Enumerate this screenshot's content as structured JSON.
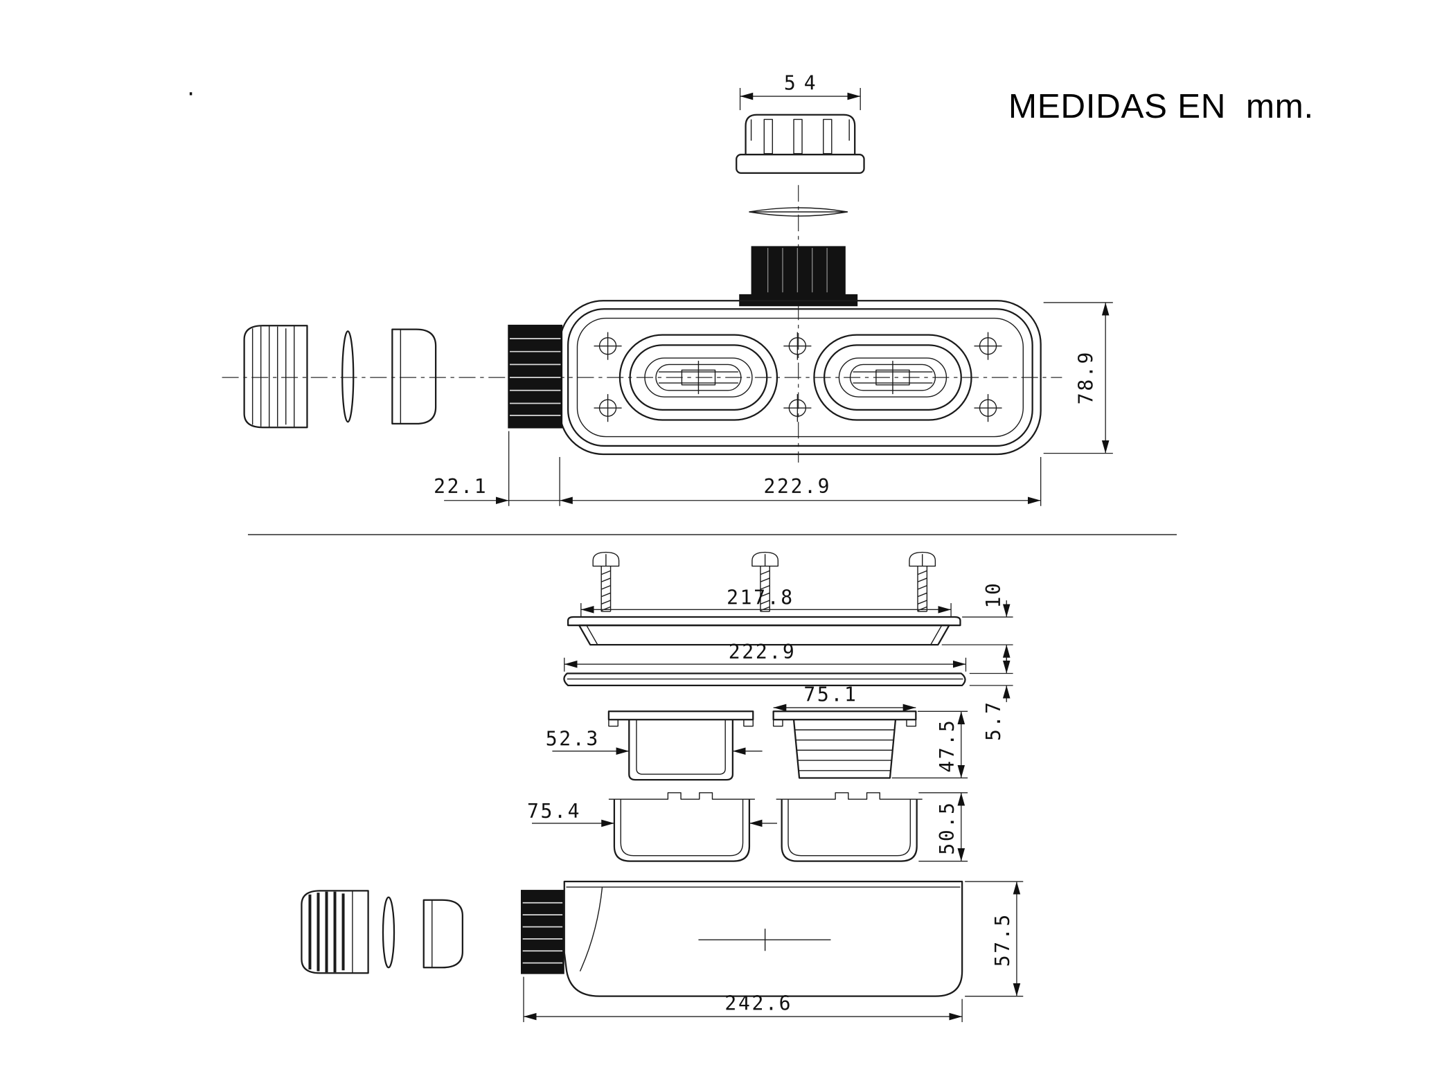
{
  "title": "MEDIDAS EN  mm.",
  "artifact": ".",
  "top_view": {
    "cap_outer_width": "54",
    "inlet_length": "22.1",
    "body_length": "222.9",
    "body_width": "78.9"
  },
  "exploded_view": {
    "cover_plate_length": "217.8",
    "cover_plate_height": "10",
    "gasket_length": "222.9",
    "gasket_height": "5.7",
    "siphon_flange_width": "75.1",
    "siphon_body_width": "52.3",
    "siphon_height": "47.5",
    "basket_width": "75.4",
    "basket_height": "50.5",
    "base_total_length": "242.6",
    "base_height": "57.5"
  }
}
